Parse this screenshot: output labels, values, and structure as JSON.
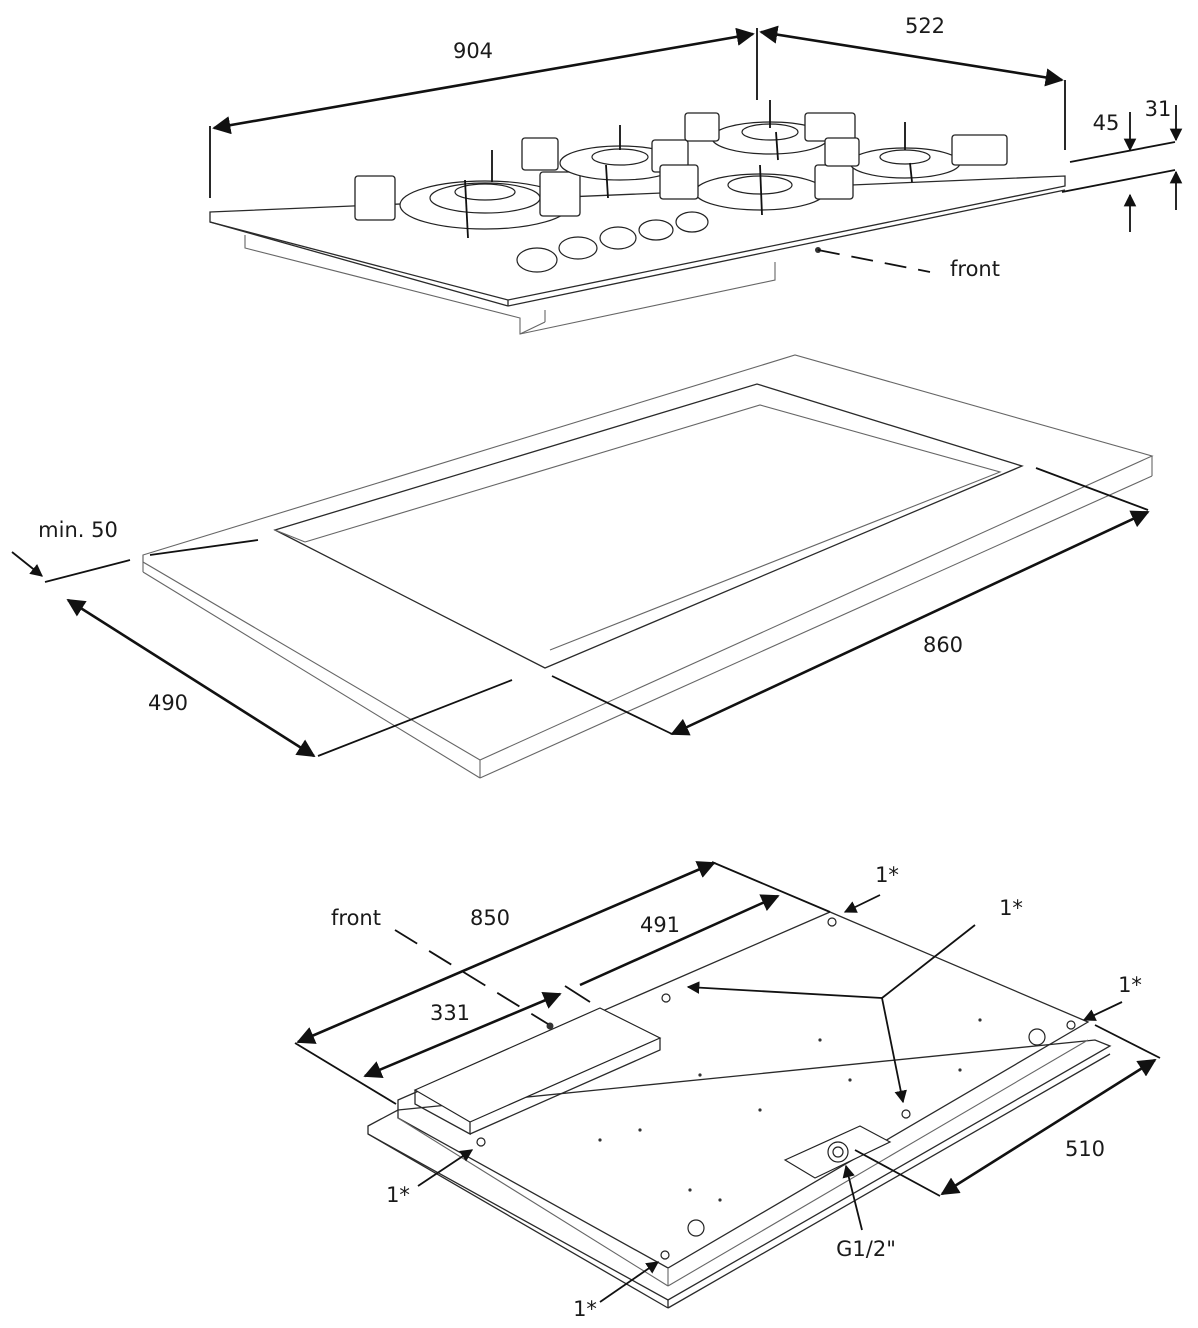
{
  "hob_view": {
    "width_label": "904",
    "depth_label": "522",
    "height_total_label": "45",
    "height_top_label": "31",
    "front_label": "front"
  },
  "cutout_view": {
    "min_edge_label": "min. 50",
    "depth_label": "490",
    "width_label": "860"
  },
  "underside_view": {
    "front_label": "front",
    "length_label": "850",
    "offset_label_a": "491",
    "offset_label_b": "331",
    "depth_label": "510",
    "gas_connection_label": "G1/2\"",
    "fixing_point_label": "1*"
  }
}
